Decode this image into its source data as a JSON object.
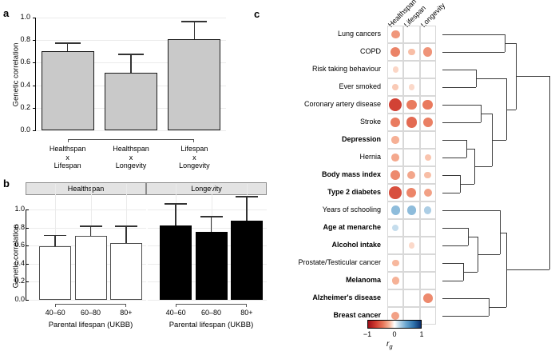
{
  "figure": {
    "panels": [
      "a",
      "b",
      "c"
    ]
  },
  "panel_a": {
    "letter": "a",
    "ylabel": "Genetic correlation",
    "yticks": [
      "0.0",
      "0.2",
      "0.4",
      "0.6",
      "0.8",
      "1.0"
    ],
    "categories": [
      {
        "lines": [
          "Healthspan",
          "x",
          "Lifespan"
        ]
      },
      {
        "lines": [
          "Healthspan",
          "x",
          "Longevity"
        ]
      },
      {
        "lines": [
          "Lifespan",
          "x",
          "Longevity"
        ]
      }
    ],
    "chart_data": {
      "type": "bar",
      "title": "",
      "xlabel": "",
      "ylabel": "Genetic correlation",
      "ylim": [
        0,
        1.0
      ],
      "grid": true,
      "categories": [
        "Healthspan x Lifespan",
        "Healthspan x Longevity",
        "Lifespan x Longevity"
      ],
      "values": [
        0.7,
        0.51,
        0.81
      ],
      "error_upper": [
        0.78,
        0.68,
        0.97
      ],
      "bar_fill": "#c9c9c9"
    }
  },
  "panel_b": {
    "letter": "b",
    "ylabel": "Genetic correlation",
    "xlabel": "Parental lifespan (UKBB)",
    "yticks": [
      "0.0",
      "0.2",
      "0.4",
      "0.6",
      "0.8",
      "1.0"
    ],
    "facets": [
      "Healthspan",
      "Longevity"
    ],
    "xticks": [
      "40–60",
      "60–80",
      "80+"
    ],
    "chart_data": {
      "type": "bar",
      "title": "",
      "xlabel": "Parental lifespan (UKBB)",
      "ylabel": "Genetic correlation",
      "ylim": [
        0,
        1.0
      ],
      "grid": true,
      "categories": [
        "40–60",
        "60–80",
        "80+"
      ],
      "series": [
        {
          "name": "Healthspan",
          "values": [
            0.59,
            0.71,
            0.63
          ],
          "error_upper": [
            0.72,
            0.82,
            0.82
          ],
          "fill": "#ffffff"
        },
        {
          "name": "Longevity",
          "values": [
            0.82,
            0.75,
            0.88
          ],
          "error_upper": [
            1.07,
            0.93,
            1.15
          ],
          "fill": "#000000"
        }
      ]
    }
  },
  "panel_c": {
    "letter": "c",
    "columns": [
      "Healthspan",
      "Lifespan",
      "Longevity"
    ],
    "legend": {
      "title": "r",
      "subscript": "g",
      "min_label": "−1",
      "mid_label": "0",
      "max_label": "1"
    },
    "chart_data": {
      "type": "heatmap",
      "title": "",
      "xlabel": "",
      "ylabel": "",
      "colorscale": {
        "min": -1,
        "mid": 0,
        "max": 1,
        "neg_color": "#9c0f18",
        "zero_color": "#ffffff",
        "pos_color": "#0b2f6b"
      },
      "legend_label": "rg",
      "columns": [
        "Healthspan",
        "Lifespan",
        "Longevity"
      ],
      "rows": [
        {
          "trait": "Lung cancers",
          "bold": false,
          "values": [
            -0.37,
            null,
            null
          ]
        },
        {
          "trait": "COPD",
          "bold": false,
          "values": [
            -0.45,
            -0.22,
            -0.38
          ]
        },
        {
          "trait": "Risk taking behaviour",
          "bold": false,
          "values": [
            -0.14,
            null,
            null
          ]
        },
        {
          "trait": "Ever smoked",
          "bold": false,
          "values": [
            -0.18,
            -0.13,
            null
          ]
        },
        {
          "trait": "Coronary artery disease",
          "bold": false,
          "values": [
            -0.72,
            -0.48,
            -0.49
          ]
        },
        {
          "trait": "Stroke",
          "bold": false,
          "values": [
            -0.48,
            -0.55,
            -0.46
          ]
        },
        {
          "trait": "Depression",
          "bold": true,
          "values": [
            -0.27,
            null,
            null
          ]
        },
        {
          "trait": "Hernia",
          "bold": false,
          "values": [
            -0.3,
            null,
            -0.2
          ]
        },
        {
          "trait": "Body mass index",
          "bold": true,
          "values": [
            -0.42,
            -0.31,
            -0.22
          ]
        },
        {
          "trait": "Type 2 diabetes",
          "bold": true,
          "values": [
            -0.66,
            -0.44,
            -0.33
          ]
        },
        {
          "trait": "Years of schooling",
          "bold": false,
          "values": [
            0.38,
            0.38,
            0.28
          ]
        },
        {
          "trait": "Age at menarche",
          "bold": true,
          "values": [
            0.2,
            null,
            null
          ]
        },
        {
          "trait": "Alcohol intake",
          "bold": true,
          "values": [
            null,
            -0.13,
            null
          ]
        },
        {
          "trait": "Prostate/Testicular cancer",
          "bold": false,
          "values": [
            -0.24,
            null,
            null
          ]
        },
        {
          "trait": "Melanoma",
          "bold": true,
          "values": [
            -0.26,
            null,
            null
          ]
        },
        {
          "trait": "Alzheimer's disease",
          "bold": true,
          "values": [
            null,
            null,
            -0.42
          ]
        },
        {
          "trait": "Breast cancer",
          "bold": true,
          "values": [
            -0.33,
            null,
            null
          ]
        }
      ]
    }
  }
}
